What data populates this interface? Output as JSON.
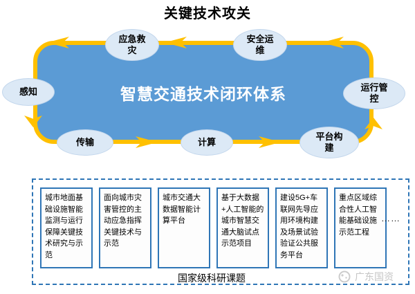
{
  "title": "关键技术攻关",
  "loop": {
    "center_label": "智慧交通技术闭环体系",
    "nodes": [
      {
        "id": "perception",
        "label": "感知"
      },
      {
        "id": "transmission",
        "label": "传输"
      },
      {
        "id": "computation",
        "label": "计算"
      },
      {
        "id": "platform-construction",
        "label": "平台构建"
      },
      {
        "id": "operation-control",
        "label": "运行管控"
      },
      {
        "id": "safe-operation",
        "label": "安全运维"
      },
      {
        "id": "emergency-rescue",
        "label": "应急救灾"
      }
    ],
    "flow_direction": "counterclockwise"
  },
  "projects": {
    "caption": "国家级科研课题",
    "ellipsis": "……",
    "items": [
      "城市地面基础设施智能监测与运行保障关键技术研究与示范",
      "面向城市灾害管控的主动应急指挥关键技术与示范",
      "城市交通大数据智能计算平台",
      "基于大数据+人工智能的城市智慧交通大脑试点示范项目",
      "建设5G+车联网先导应用环境构建及场景试验验证公共服务平台",
      "重点区域综合性人工智能基础设施示范工程"
    ]
  },
  "watermark": {
    "label": "广东国资"
  },
  "colors": {
    "loop_fill": "#5B9BD5",
    "loop_border": "#FFC000",
    "node_fill": "#DCE9F6",
    "center_text": "#FFFFFF",
    "card_border": "#2E75B6",
    "dashed_border": "#2E75B6",
    "watermark_gray": "#C6C6C6"
  }
}
